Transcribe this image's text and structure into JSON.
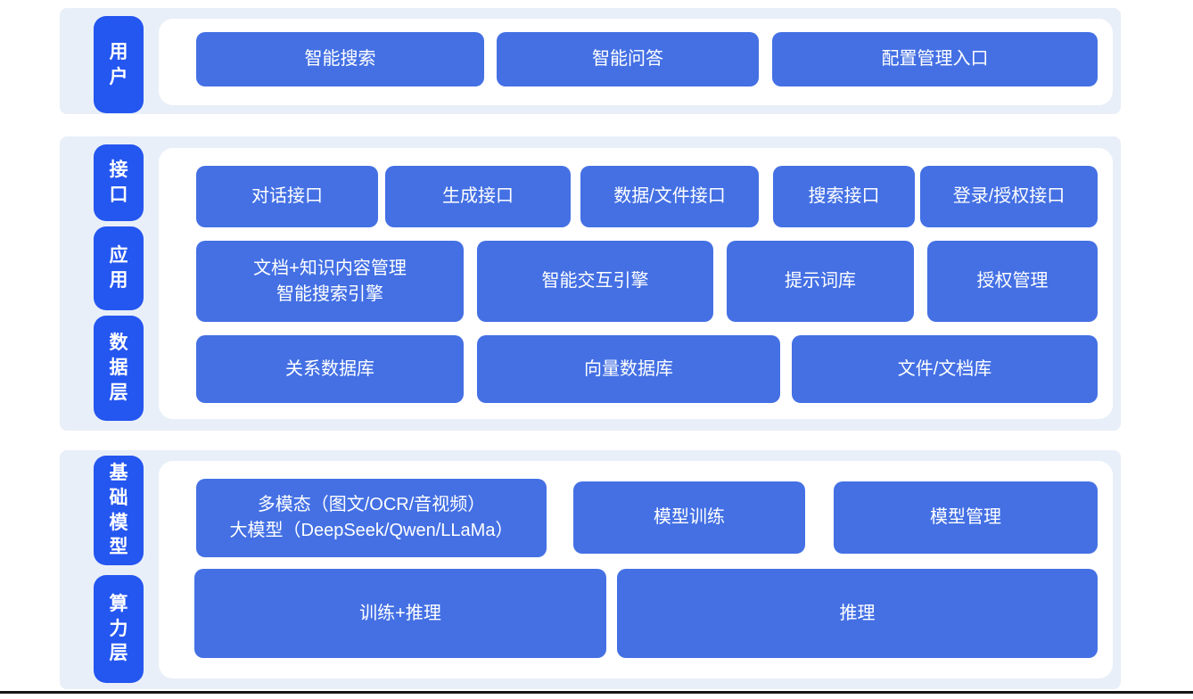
{
  "colors": {
    "pill": "#2456F0",
    "node": "#4470E4",
    "section_bg": "#E9EFF8",
    "panel_bg": "#FFFFFF",
    "bottom_line": "#161616",
    "text": "#FFFFFF"
  },
  "sections": [
    {
      "id": "user-layer",
      "side_labels": [
        "用户"
      ],
      "rows": [
        {
          "cells": [
            "智能搜索",
            "智能问答",
            "配置管理入口"
          ]
        }
      ]
    },
    {
      "id": "platform-layers",
      "side_labels": [
        "接口",
        "应用",
        "数据层"
      ],
      "rows": [
        {
          "cells": [
            "对话接口",
            "生成接口",
            "数据/文件接口",
            "搜索接口",
            "登录/授权接口"
          ]
        },
        {
          "cells": [
            "文档+知识内容管理\n智能搜索引擎",
            "智能交互引擎",
            "提示词库",
            "授权管理"
          ]
        },
        {
          "cells": [
            "关系数据库",
            "向量数据库",
            "文件/文档库"
          ]
        }
      ]
    },
    {
      "id": "foundation-layers",
      "side_labels": [
        "基础模型",
        "算力层"
      ],
      "rows": [
        {
          "cells": [
            "多模态（图文/OCR/音视频）\n大模型（DeepSeek/Qwen/LLaMa）",
            "模型训练",
            "模型管理"
          ]
        },
        {
          "cells": [
            "训练+推理",
            "推理"
          ]
        }
      ]
    }
  ]
}
